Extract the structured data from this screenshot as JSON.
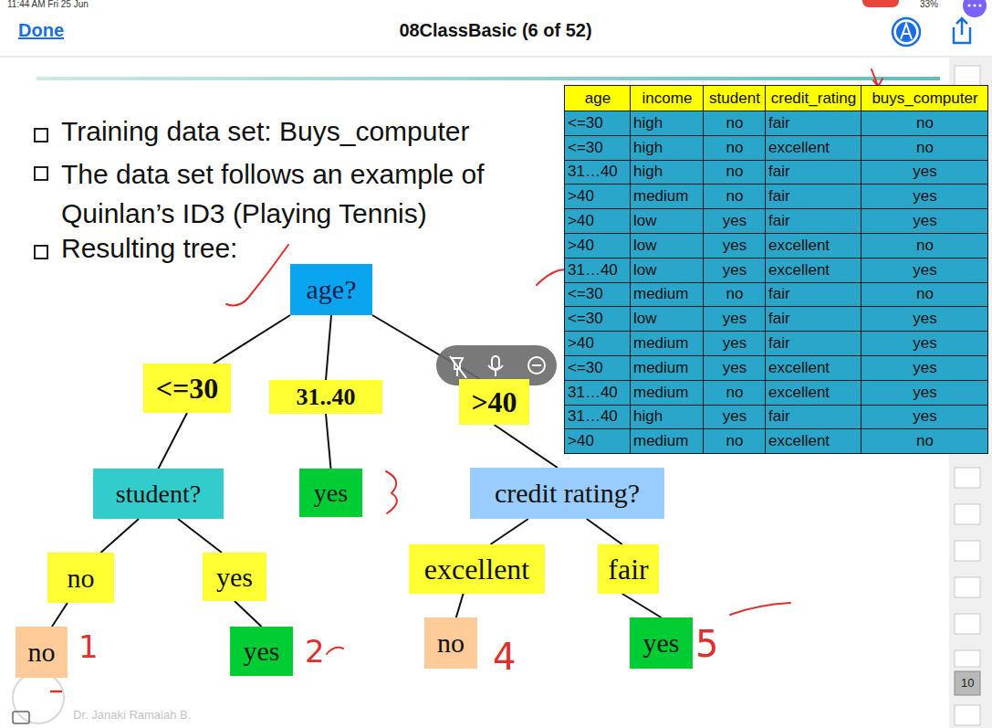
{
  "diagram": {
    "nodes": [
      {
        "text": [
          "age?"
        ]
      },
      {
        "text": [
          "<=30"
        ]
      },
      {
        "text": [
          "31..40"
        ]
      },
      {
        "text": [
          ">40"
        ]
      },
      {
        "text": [
          "student?"
        ]
      },
      {
        "text": [
          "yes"
        ]
      },
      {
        "text": [
          "credit rating?"
        ]
      },
      {
        "text": [
          "no"
        ]
      },
      {
        "text": [
          "yes"
        ]
      },
      {
        "text": [
          "excellent"
        ]
      },
      {
        "text": [
          "fair"
        ]
      },
      {
        "text": [
          "no"
        ]
      },
      {
        "text": [
          "yes"
        ]
      },
      {
        "text": [
          "no"
        ]
      },
      {
        "text": [
          "yes"
        ]
      }
    ],
    "edges": [
      {
        "from": 0,
        "to": 1,
        "arrow": "none"
      },
      {
        "from": 0,
        "to": 2,
        "arrow": "none"
      },
      {
        "from": 0,
        "to": 3,
        "arrow": "none"
      },
      {
        "from": 1,
        "to": 4,
        "arrow": "none"
      },
      {
        "from": 2,
        "to": 5,
        "arrow": "none"
      },
      {
        "from": 3,
        "to": 6,
        "arrow": "none"
      },
      {
        "from": 4,
        "to": 7,
        "arrow": "none"
      },
      {
        "from": 4,
        "to": 8,
        "arrow": "none"
      },
      {
        "from": 7,
        "to": 11,
        "arrow": "none"
      },
      {
        "from": 8,
        "to": 12,
        "arrow": "none"
      },
      {
        "from": 6,
        "to": 9,
        "arrow": "none"
      },
      {
        "from": 6,
        "to": 10,
        "arrow": "none"
      },
      {
        "from": 9,
        "to": 13,
        "arrow": "none"
      },
      {
        "from": 10,
        "to": 14,
        "arrow": "none"
      }
    ],
    "labels": [
      "11:44 AM  Fri 25 Jun",
      "Done",
      "08ClassBasic (6 of 52)",
      "Training data set: Buys_computer",
      "The data set follows an example of Quinlan’s ID3 (Playing Tennis)",
      "Resulting tree:",
      "age",
      "income",
      "student",
      "credit_rating",
      "buys_computer",
      "<=30",
      "high",
      "no",
      "fair",
      "no",
      "<=30",
      "high",
      "no",
      "excellent",
      "no",
      "31…40",
      "high",
      "no",
      "fair",
      "yes",
      ">40",
      "medium",
      "no",
      "fair",
      "yes",
      ">40",
      "low",
      "yes",
      "fair",
      "yes",
      ">40",
      "low",
      "yes",
      "excellent",
      "no",
      "31…40",
      "low",
      "yes",
      "excellent",
      "yes",
      "<=30",
      "medium",
      "no",
      "fair",
      "no",
      "<=30",
      "low",
      "yes",
      "fair",
      "yes",
      ">40",
      "medium",
      "yes",
      "fair",
      "yes",
      "<=30",
      "medium",
      "yes",
      "excellent",
      "yes",
      "31…40",
      "medium",
      "no",
      "excellent",
      "yes",
      "31…40",
      "high",
      "yes",
      "fair",
      "yes",
      ">40",
      "medium",
      "no",
      "excellent",
      "no",
      "1",
      "2",
      "4",
      "5",
      "Dr. Janaki Ramaiah B.",
      "10",
      "33%"
    ]
  }
}
